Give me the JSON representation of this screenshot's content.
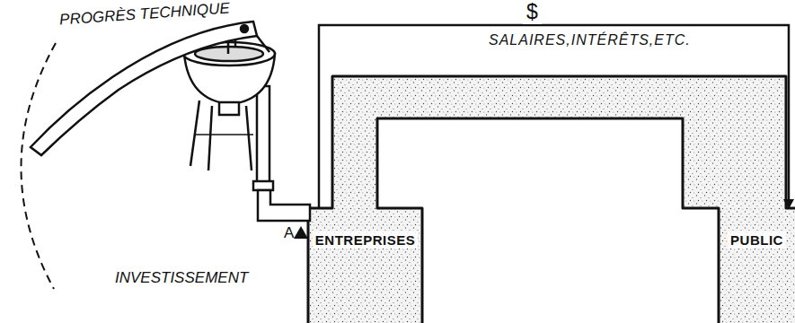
{
  "diagram": {
    "nodes": [
      {
        "text": [
          "ENTREPRISES"
        ]
      },
      {
        "text": [
          "PUBLIC"
        ]
      }
    ],
    "edges": [
      {
        "from": 0,
        "to": 1,
        "arrow": "to",
        "label": "SALAIRES,INTÉRÊTS,ETC."
      }
    ],
    "labels": [
      "PROGRÈS TECHNIQUE",
      "$",
      "A",
      "INVESTISSEMENT"
    ]
  }
}
